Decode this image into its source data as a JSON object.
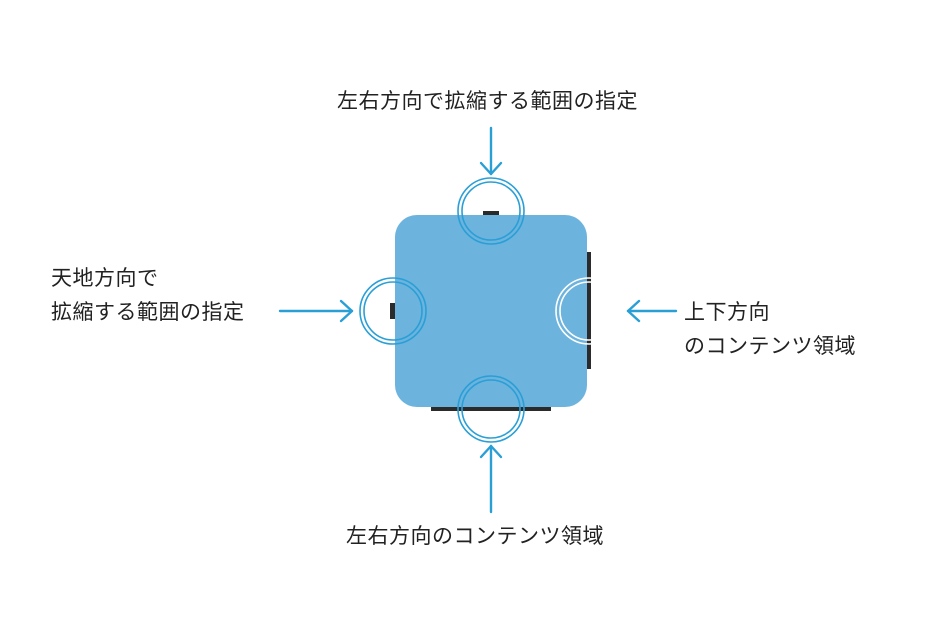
{
  "colors": {
    "box_fill": "#6cb3de",
    "accent": "#2a9fd6",
    "handle": "#2b2b2b",
    "text": "#222222"
  },
  "labels": {
    "top": "左右方向で拡縮する範囲の指定",
    "left_line1": "天地方向で",
    "left_line2": "拡縮する範囲の指定",
    "right_line1": "上下方向",
    "right_line2": "のコンテンツ領域",
    "bottom": "左右方向のコンテンツ領域"
  }
}
